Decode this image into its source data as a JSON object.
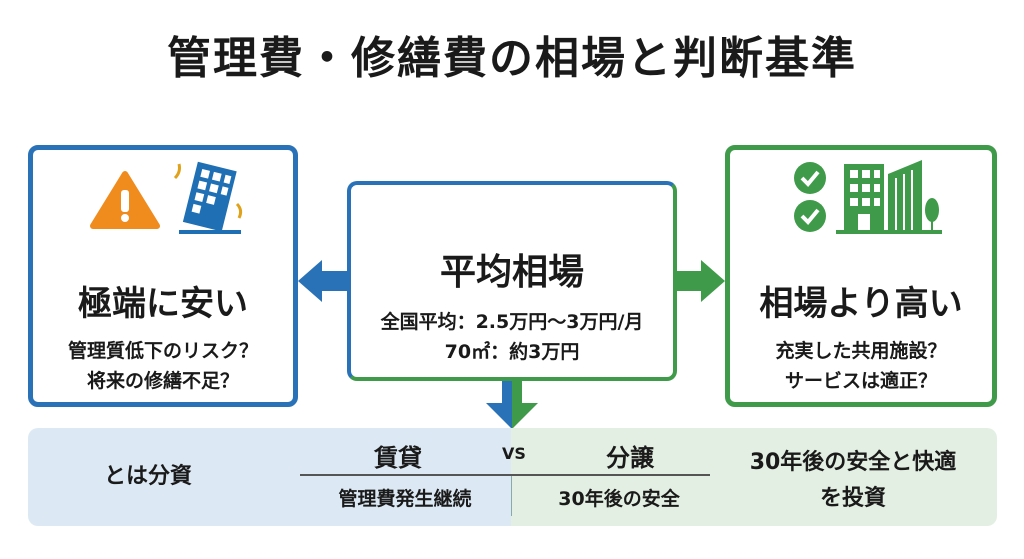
{
  "title": "管理費・修繕費の相場と判断基準",
  "left_box": {
    "heading": "極端に安い",
    "lines": [
      "管理質低下のリスク？",
      "将来の修繕不足？"
    ],
    "icons": [
      "warning-icon",
      "tilted-building-icon"
    ],
    "accent": "#2a72b8"
  },
  "center_box": {
    "heading": "平均相場",
    "lines": [
      "全国平均：2.5万円〜3万円/月",
      "70㎡：約3万円"
    ]
  },
  "right_box": {
    "heading": "相場より高い",
    "lines": [
      "充実した共用施設？",
      "サービスは適正？"
    ],
    "icons": [
      "checkmark-circle-icon",
      "building-icon"
    ],
    "accent": "#3f9b4a"
  },
  "bottom": {
    "left_label": "とは分資",
    "rent_label": "賃貸",
    "vs_label": "VS",
    "own_label": "分譲",
    "rent_detail": "管理費発生継続",
    "own_detail": "30年後の安全",
    "right_lines": [
      "30年後の安全と快適",
      "を投資"
    ]
  }
}
